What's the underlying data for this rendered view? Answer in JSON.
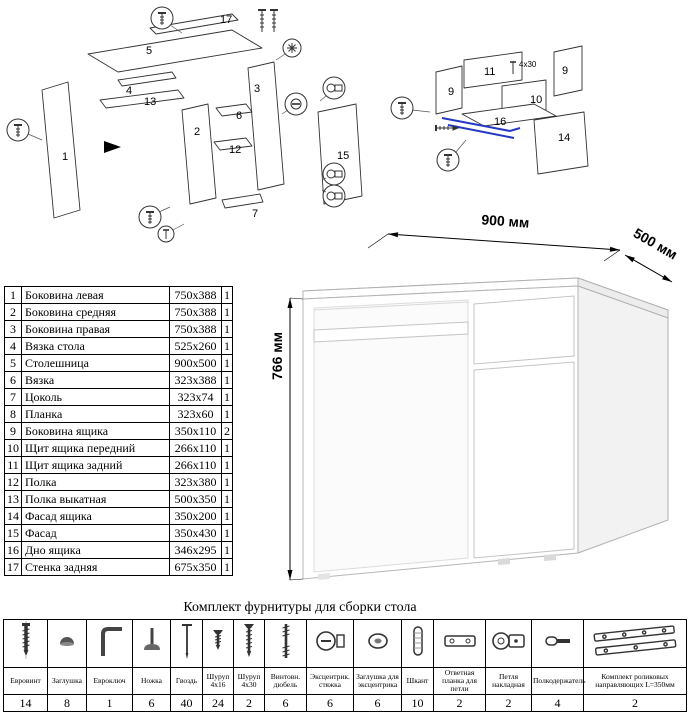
{
  "exploded_main": {
    "labels": [
      "17",
      "5",
      "4",
      "13",
      "1",
      "2",
      "3",
      "6",
      "12",
      "7",
      "15"
    ]
  },
  "exploded_drawer": {
    "labels": [
      "11",
      "9",
      "9",
      "10",
      "16",
      "14"
    ],
    "screw_note": "4x30"
  },
  "desk": {
    "dim_width": "900 мм",
    "dim_depth": "500 мм",
    "dim_height": "766 мм"
  },
  "parts_table": {
    "rows": [
      {
        "num": "1",
        "name": "Боковина левая",
        "size": "750x388",
        "qty": "1"
      },
      {
        "num": "2",
        "name": "Боковина средняя",
        "size": "750x388",
        "qty": "1"
      },
      {
        "num": "3",
        "name": "Боковина правая",
        "size": "750x388",
        "qty": "1"
      },
      {
        "num": "4",
        "name": "Вязка стола",
        "size": "525x260",
        "qty": "1"
      },
      {
        "num": "5",
        "name": "Столешница",
        "size": "900x500",
        "qty": "1"
      },
      {
        "num": "6",
        "name": "Вязка",
        "size": "323x388",
        "qty": "1"
      },
      {
        "num": "7",
        "name": "Цоколь",
        "size": "323x74",
        "qty": "1"
      },
      {
        "num": "8",
        "name": "Планка",
        "size": "323x60",
        "qty": "1"
      },
      {
        "num": "9",
        "name": "Боковина ящика",
        "size": "350x110",
        "qty": "2"
      },
      {
        "num": "10",
        "name": "Щит ящика передний",
        "size": "266x110",
        "qty": "1"
      },
      {
        "num": "11",
        "name": "Щит ящика задний",
        "size": "266x110",
        "qty": "1"
      },
      {
        "num": "12",
        "name": "Полка",
        "size": "323x380",
        "qty": "1"
      },
      {
        "num": "13",
        "name": "Полка выкатная",
        "size": "500x350",
        "qty": "1"
      },
      {
        "num": "14",
        "name": "Фасад ящика",
        "size": "350x200",
        "qty": "1"
      },
      {
        "num": "15",
        "name": "Фасад",
        "size": "350x430",
        "qty": "1"
      },
      {
        "num": "16",
        "name": "Дно ящика",
        "size": "346x295",
        "qty": "1"
      },
      {
        "num": "17",
        "name": "Стенка задняя",
        "size": "675x350",
        "qty": "1"
      }
    ]
  },
  "hardware": {
    "title": "Комплект фурнитуры для сборки стола",
    "items": [
      {
        "name": "Евровинт",
        "qty": "14"
      },
      {
        "name": "Заглушка",
        "qty": "8"
      },
      {
        "name": "Евроключ",
        "qty": "1"
      },
      {
        "name": "Ножка",
        "qty": "6"
      },
      {
        "name": "Гвоздь",
        "qty": "40"
      },
      {
        "name": "Шуруп 4x16",
        "qty": "24"
      },
      {
        "name": "Шуруп 4x30",
        "qty": "2"
      },
      {
        "name": "Винтовн. дюбель",
        "qty": "6"
      },
      {
        "name": "Эксцентрик. стяжка",
        "qty": "6"
      },
      {
        "name": "Заглушка для эксцентрика",
        "qty": "6"
      },
      {
        "name": "Шкант",
        "qty": "10"
      },
      {
        "name": "Ответная планка для петли",
        "qty": "2"
      },
      {
        "name": "Петля накладная",
        "qty": "2"
      },
      {
        "name": "Полкодержатель",
        "qty": "4"
      },
      {
        "name": "Комплект роликовых направляющих L=350мм",
        "qty": "2"
      }
    ]
  }
}
